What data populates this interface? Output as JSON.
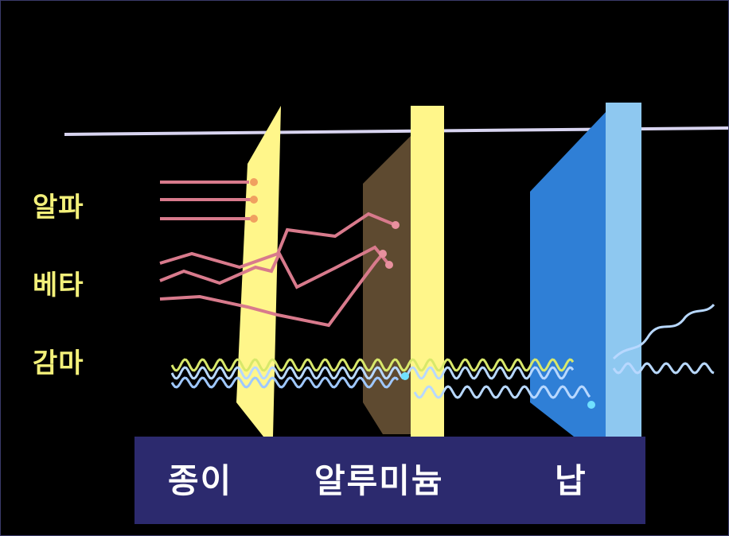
{
  "radiation_types": [
    {
      "label": "알파",
      "color": "#f3f07a"
    },
    {
      "label": "베타",
      "color": "#f3f07a"
    },
    {
      "label": "감마",
      "color": "#f3f07a"
    }
  ],
  "materials": [
    {
      "label": "종이",
      "color": "#fff68a"
    },
    {
      "label": "알루미늄",
      "color": "#fff68a"
    },
    {
      "label": "납",
      "color": "#3b86d8"
    }
  ],
  "colors": {
    "background": "#000000",
    "label_bar": "#2c2a6e",
    "horizontal_line": "#d8d4f0",
    "alpha_beta_rays": "#d87a8c",
    "gamma_wave": "#b8d8ff",
    "aluminum_side": "#5e4a30",
    "lead_front": "#8ec8f0"
  }
}
